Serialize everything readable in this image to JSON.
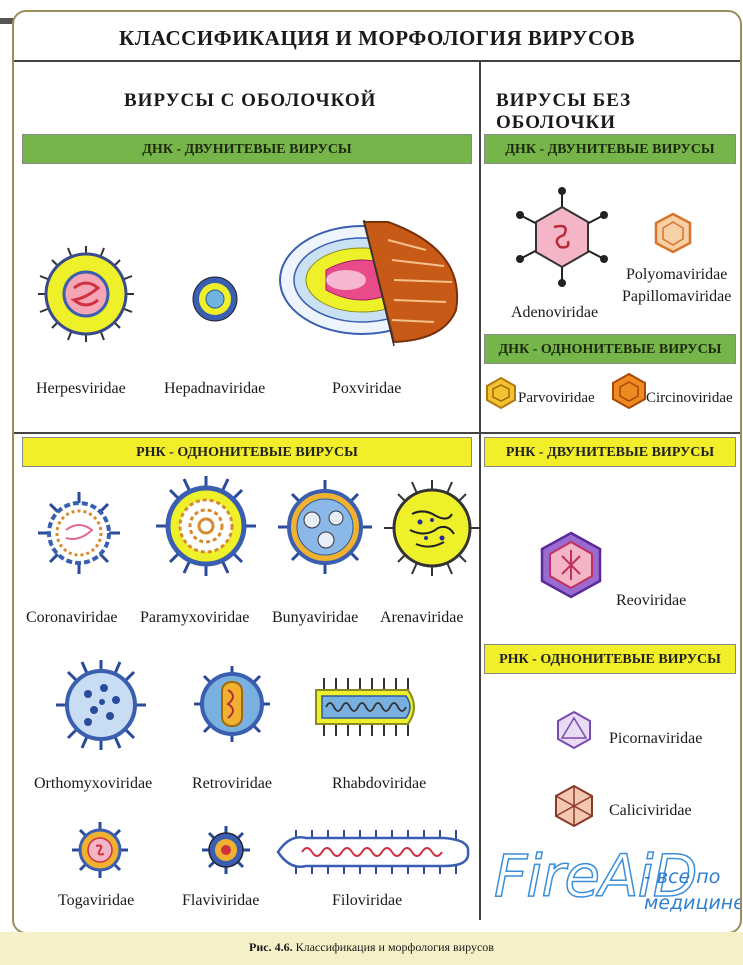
{
  "title": "КЛАССИФИКАЦИЯ И МОРФОЛОГИЯ ВИРУСОВ",
  "columns": {
    "enveloped": "ВИРУСЫ С ОБОЛОЧКОЙ",
    "non_enveloped": "ВИРУСЫ БЕЗ ОБОЛОЧКИ"
  },
  "sections": {
    "env_dsdna": "ДНК - ДВУНИТЕВЫЕ ВИРУСЫ",
    "noenv_dsdna": "ДНК - ДВУНИТЕВЫЕ ВИРУСЫ",
    "noenv_ssdna": "ДНК - ОДНОНИТЕВЫЕ ВИРУСЫ",
    "env_ssrna": "РНК - ОДНОНИТЕВЫЕ ВИРУСЫ",
    "noenv_dsrna": "РНК - ДВУНИТЕВЫЕ ВИРУСЫ",
    "noenv_ssrna": "РНК - ОДНОНИТЕВЫЕ ВИРУСЫ"
  },
  "families": {
    "herpesviridae": "Herpesviridae",
    "hepadnaviridae": "Hepadnaviridae",
    "poxviridae": "Poxviridae",
    "adenoviridae": "Adenoviridae",
    "polyomaviridae": "Polyomaviridae",
    "papillomaviridae": "Papillomaviridae",
    "parvoviridae": "Parvoviridae",
    "circinoviridae": "Circinoviridae",
    "coronaviridae": "Coronaviridae",
    "paramyxoviridae": "Paramyxoviridae",
    "bunyaviridae": "Bunyaviridae",
    "arenaviridae": "Arenaviridae",
    "orthomyxoviridae": "Orthomyxoviridae",
    "retroviridae": "Retroviridae",
    "rhabdoviridae": "Rhabdoviridae",
    "togaviridae": "Togaviridae",
    "flaviviridae": "Flaviviridae",
    "filoviridae": "Filoviridae",
    "reoviridae": "Reoviridae",
    "picornaviridae": "Picornaviridae",
    "caliciviridae": "Caliciviridae"
  },
  "caption": {
    "figure": "Рис. 4.6.",
    "text": "Классификация и морфология вирусов"
  },
  "watermark": {
    "logo": "FireAiD",
    "tagline": "- все по медицине."
  },
  "colors": {
    "green_band": "#76b54a",
    "yellow_band": "#f2ee2a",
    "envelope_yellow": "#eef02a",
    "capsid_blue": "#3a5fb0",
    "nucleic_red": "#d03040",
    "pox_orange": "#c85a18"
  }
}
